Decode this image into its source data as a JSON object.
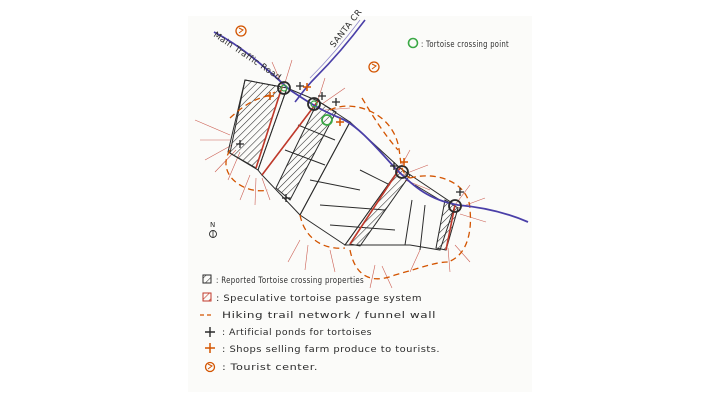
{
  "map": {
    "road_main_label": "Main Traffic Road",
    "road_secondary_label": "SANTA CR",
    "north_label": "N",
    "crossing_note": ": Tortoise crossing point"
  },
  "legend": {
    "items": [
      {
        "label": ": Reported Tortoise crossing properties",
        "symbol": "hatched-box-icon"
      },
      {
        "label": ": Speculative tortoise passage system",
        "symbol": "red-hatched-box-icon"
      },
      {
        "label": "Hiking trail network / funnel wall",
        "symbol": "dashed-line-icon"
      },
      {
        "label": ": Artificial ponds for tortoises",
        "symbol": "black-cross-icon"
      },
      {
        "label": ": Shops selling farm produce to tourists.",
        "symbol": "red-cross-icon"
      },
      {
        "label": ": Tourist center.",
        "symbol": "tourist-center-icon"
      }
    ]
  },
  "colors": {
    "road": "#4a3fa8",
    "ink": "#2b2b2b",
    "speculative": "#c0392b",
    "trail": "#d35400",
    "crossing": "#3aa845"
  }
}
